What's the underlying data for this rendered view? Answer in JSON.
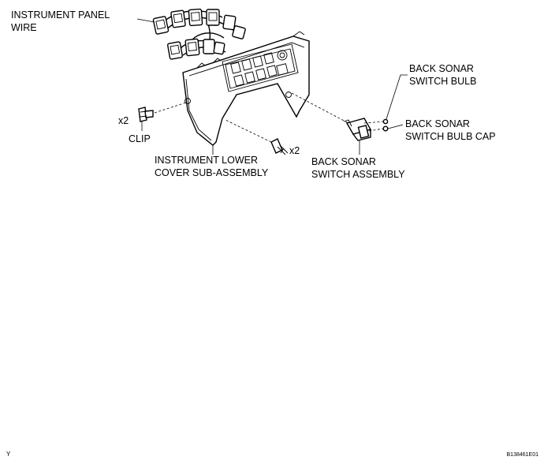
{
  "labels": {
    "wire_line1": "INSTRUMENT PANEL",
    "wire_line2": "WIRE",
    "clip_qty": "x2",
    "clip": "CLIP",
    "cover_line1": "INSTRUMENT LOWER",
    "cover_line2": "COVER SUB-ASSEMBLY",
    "screw_qty": "x2",
    "switch_line1": "BACK SONAR",
    "switch_line2": "SWITCH ASSEMBLY",
    "bulb_line1": "BACK SONAR",
    "bulb_line2": "SWITCH BULB",
    "cap_line1": "BACK SONAR",
    "cap_line2": "SWITCH BULB CAP"
  },
  "footer": {
    "left_mark": "Y",
    "figure_id": "B138461E01"
  },
  "colors": {
    "ink": "#000000",
    "background": "#ffffff"
  }
}
